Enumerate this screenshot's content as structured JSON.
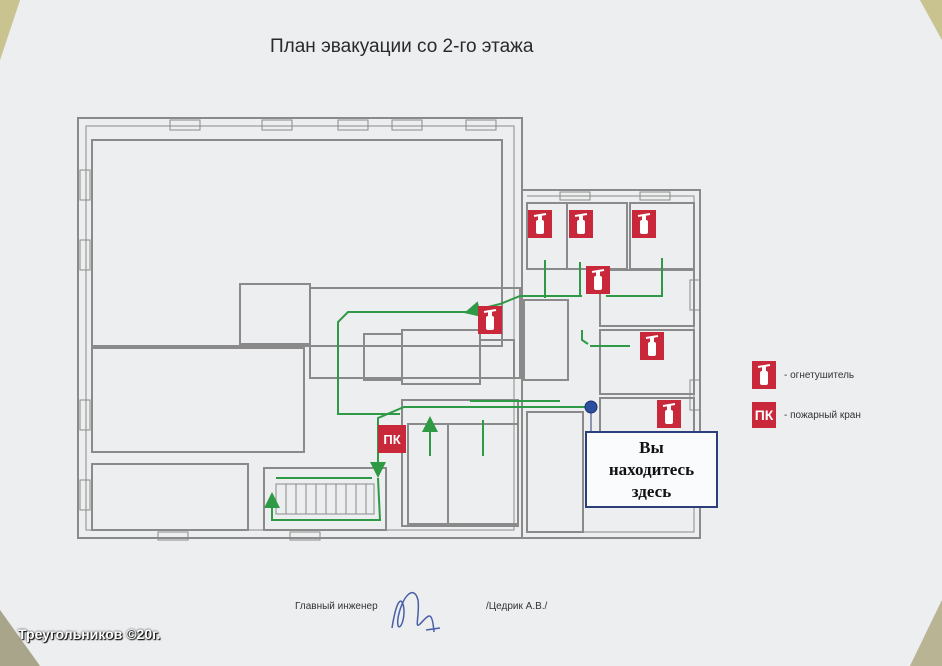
{
  "title": "План эвакуации со 2-го этажа",
  "legend": [
    {
      "icon": "fire-extinguisher-icon",
      "label": "- огнетушитель"
    },
    {
      "icon": "fire-hydrant-icon",
      "glyph": "ПК",
      "label": "- пожарный кран"
    }
  ],
  "you_are_here": {
    "line1": "Вы",
    "line2": "находитесь",
    "line3": "здесь"
  },
  "signatures": {
    "role": "Главный инженер",
    "name": "/Цедрик А.В./"
  },
  "copyright": "Треугольников ©20г.",
  "colors": {
    "wall": "#8a8a8a",
    "route": "#2e9a45",
    "sign_red": "#c8283a",
    "marker": "#2c4fa0",
    "paper": "#eeeff0"
  }
}
